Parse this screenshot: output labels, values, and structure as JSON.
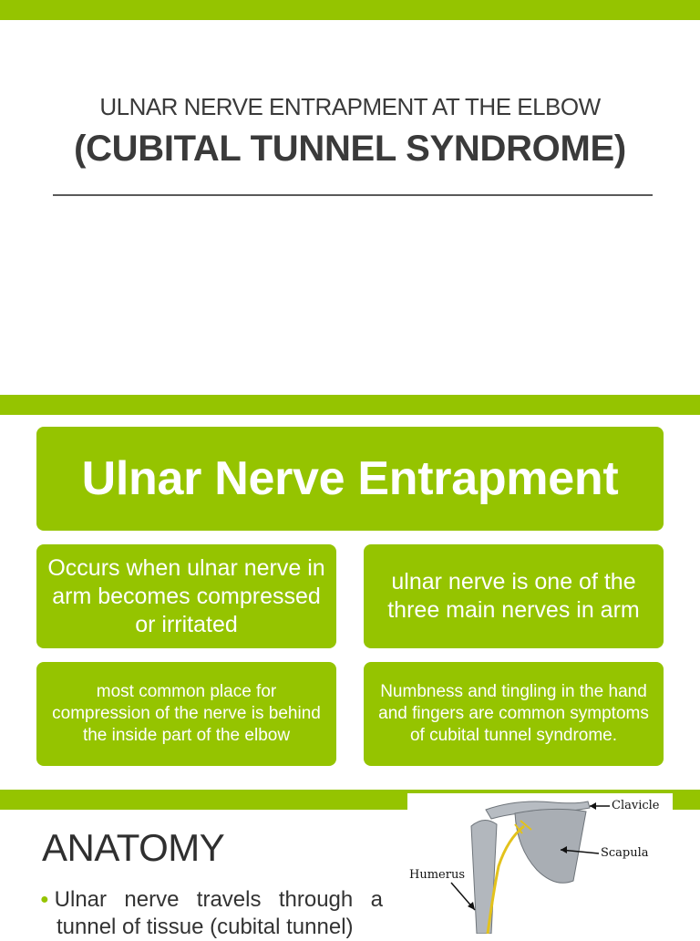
{
  "slide1": {
    "title_line1": "ULNAR NERVE ENTRAPMENT AT THE ELBOW",
    "title_line2": "(CUBITAL TUNNEL SYNDROME)"
  },
  "slide2": {
    "title": "Ulnar Nerve Entrapment",
    "cards": [
      "Occurs when ulnar nerve in arm becomes compressed or irritated",
      "ulnar nerve is one of the three main nerves in arm",
      "most common place for compression of the nerve is behind the inside part of the elbow",
      "Numbness and tingling in the hand and fingers are common symptoms of cubital tunnel syndrome."
    ]
  },
  "slide3": {
    "heading": "ANATOMY",
    "bullet_text_line1": "Ulnar nerve travels through a",
    "bullet_text_line2": "tunnel of tissue (cubital tunnel)",
    "figure_labels": {
      "clavicle": "Clavicle",
      "scapula": "Scapula",
      "humerus": "Humerus"
    }
  },
  "colors": {
    "accent_green": "#95c400",
    "title_text": "#3a3a3a",
    "white": "#ffffff"
  }
}
